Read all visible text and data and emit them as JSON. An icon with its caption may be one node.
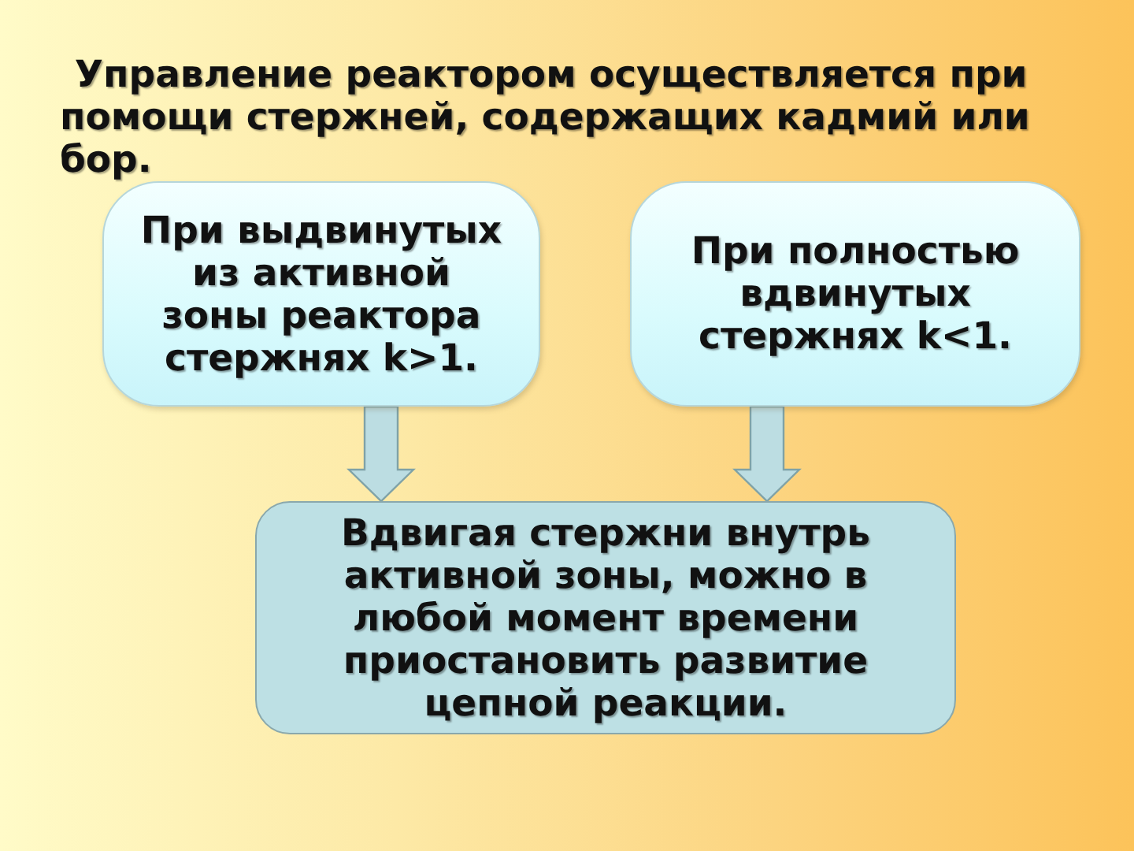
{
  "diagram": {
    "title": "Управление реактором осуществляется при помощи стержней, содержащих кадмий или бор.",
    "nodes": [
      {
        "text": [
          "При выдвинутых из активной зоны реактора стержнях k>1."
        ]
      },
      {
        "text": [
          "При полностью вдвинутых стержнях k<1."
        ]
      },
      {
        "text": [
          "Вдвигая стержни внутрь активной зоны, можно в любой момент времени приостановить развитие цепной реакции."
        ]
      }
    ],
    "edges": [
      {
        "from": 0,
        "to": 2,
        "arrow": "to"
      },
      {
        "from": 1,
        "to": 2,
        "arrow": "to"
      }
    ]
  }
}
